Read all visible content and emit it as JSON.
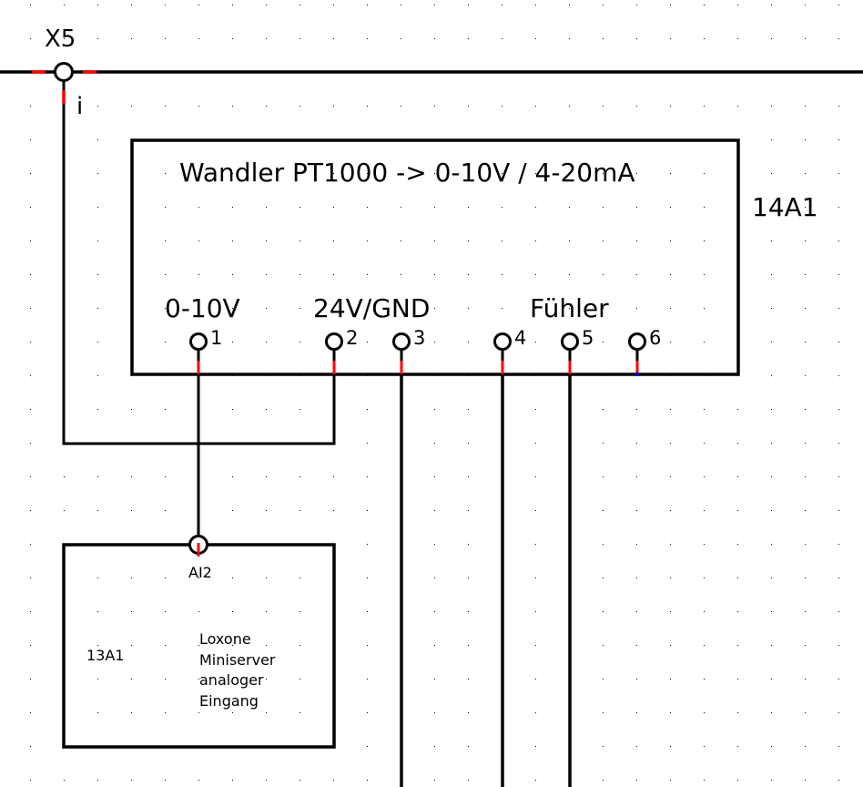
{
  "terminal_block": {
    "name": "X5",
    "pin_label": "i"
  },
  "converter": {
    "title": "Wandler PT1000 -> 0-10V / 4-20mA",
    "ref": "14A1",
    "group_labels": {
      "output": "0-10V",
      "supply": "24V/GND",
      "sensor": "Fühler"
    },
    "pins": [
      "1",
      "2",
      "3",
      "4",
      "5",
      "6"
    ]
  },
  "miniserver": {
    "ref": "13A1",
    "pin": "AI2",
    "description": [
      "Loxone",
      "Miniserver",
      "analoger",
      "Eingang"
    ]
  },
  "colors": {
    "wire": "#000000",
    "connection_marker": "#ff0000",
    "open_marker": "#0000ff",
    "grid_dot": "#000000",
    "background": "#ffffff"
  }
}
